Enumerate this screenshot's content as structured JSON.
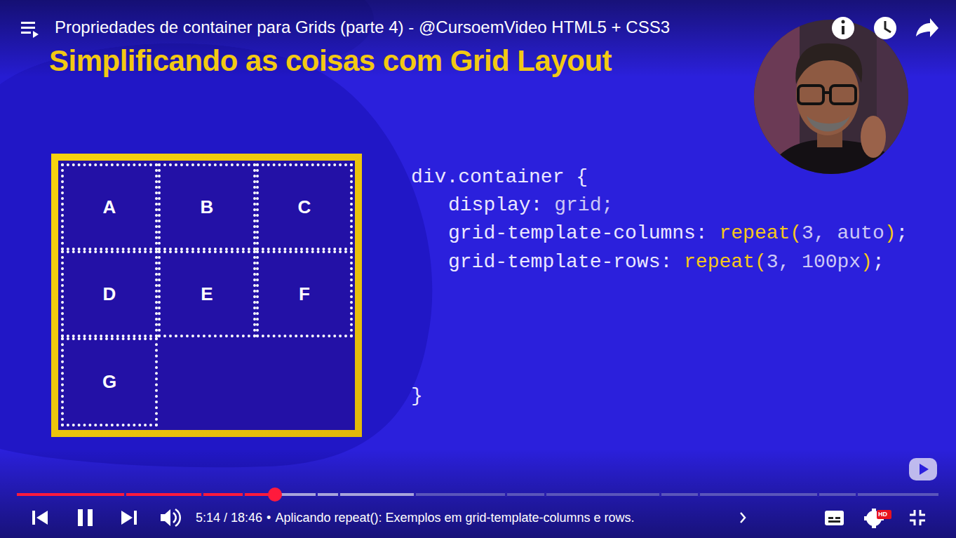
{
  "diagram": {
    "title": "Simplificando as coisas com Grid Layout",
    "nodes": [
      {
        "text": [
          "A"
        ]
      },
      {
        "text": [
          "B"
        ]
      },
      {
        "text": [
          "C"
        ]
      },
      {
        "text": [
          "D"
        ]
      },
      {
        "text": [
          "E"
        ]
      },
      {
        "text": [
          "F"
        ]
      },
      {
        "text": [
          "G"
        ]
      }
    ],
    "labels": [
      "Propriedades de container para Grids (parte 4) - @CursoemVideo HTML5 + CSS3",
      "div.container {",
      "display:",
      "grid;",
      "grid-template-columns:",
      "repeat(",
      "3, auto",
      ")",
      ";",
      "grid-template-rows:",
      "repeat(",
      "3, 100px",
      ")",
      ";",
      "}",
      "5:14 / 18:46",
      "•",
      "Aplicando repeat(): Exemplos em grid-template-columns e rows.",
      "HD"
    ]
  }
}
